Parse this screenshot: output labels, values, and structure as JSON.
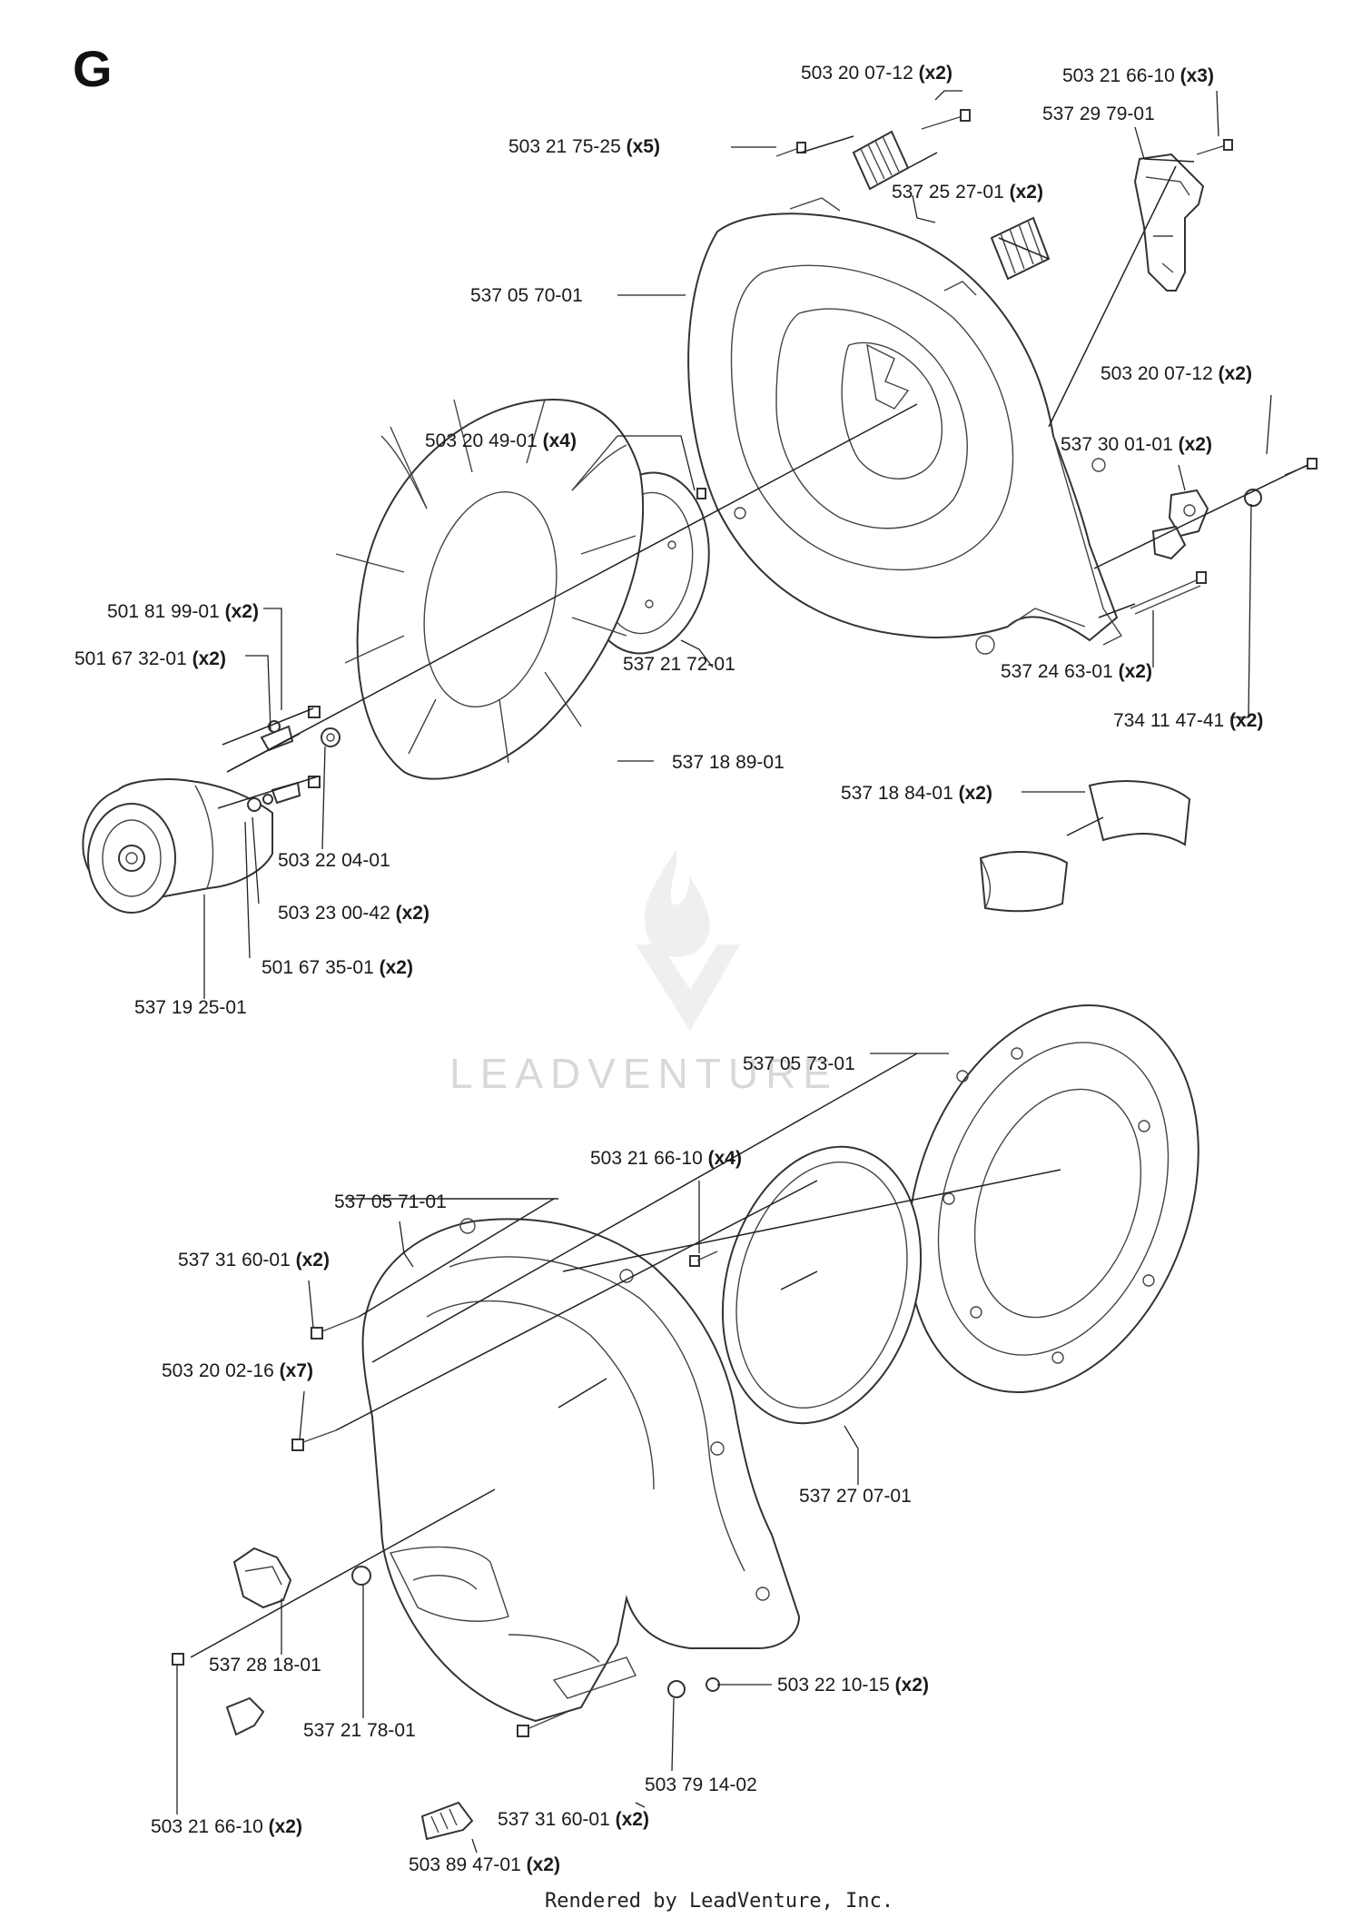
{
  "section_letter": "G",
  "footer_text": "Rendered by LeadVenture, Inc.",
  "watermark_text": "LEADVENTURE",
  "labels": [
    {
      "num": "503 20 07-12",
      "qty": "(x2)"
    },
    {
      "num": "503 21 66-10",
      "qty": "(x3)"
    },
    {
      "num": "537 29 79-01",
      "qty": ""
    },
    {
      "num": "503 21 75-25",
      "qty": "(x5)"
    },
    {
      "num": "537 25 27-01",
      "qty": "(x2)"
    },
    {
      "num": "537 05 70-01",
      "qty": ""
    },
    {
      "num": "503 20 07-12",
      "qty": "(x2)"
    },
    {
      "num": "503 20 49-01",
      "qty": "(x4)"
    },
    {
      "num": "537 30 01-01",
      "qty": "(x2)"
    },
    {
      "num": "501 81 99-01",
      "qty": "(x2)"
    },
    {
      "num": "537 21 72-01",
      "qty": ""
    },
    {
      "num": "537 24 63-01",
      "qty": "(x2)"
    },
    {
      "num": "501 67 32-01",
      "qty": "(x2)"
    },
    {
      "num": "734 11 47-41",
      "qty": "(x2)"
    },
    {
      "num": "537 18 89-01",
      "qty": ""
    },
    {
      "num": "537 18 84-01",
      "qty": "(x2)"
    },
    {
      "num": "503 22 04-01",
      "qty": ""
    },
    {
      "num": "503 23 00-42",
      "qty": "(x2)"
    },
    {
      "num": "501 67 35-01",
      "qty": "(x2)"
    },
    {
      "num": "537 19 25-01",
      "qty": ""
    },
    {
      "num": "537 05 73-01",
      "qty": ""
    },
    {
      "num": "503 21 66-10",
      "qty": "(x4)"
    },
    {
      "num": "537 05 71-01",
      "qty": ""
    },
    {
      "num": "537 31 60-01",
      "qty": "(x2)"
    },
    {
      "num": "503 20 02-16",
      "qty": "(x7)"
    },
    {
      "num": "537 27 07-01",
      "qty": ""
    },
    {
      "num": "537 28 18-01",
      "qty": ""
    },
    {
      "num": "503 22 10-15",
      "qty": "(x2)"
    },
    {
      "num": "537 21 78-01",
      "qty": ""
    },
    {
      "num": "503 79 14-02",
      "qty": ""
    },
    {
      "num": "537 31 60-01",
      "qty": "(x2)"
    },
    {
      "num": "503 21 66-10",
      "qty": "(x2)"
    },
    {
      "num": "503 89 47-01",
      "qty": "(x2)"
    }
  ]
}
